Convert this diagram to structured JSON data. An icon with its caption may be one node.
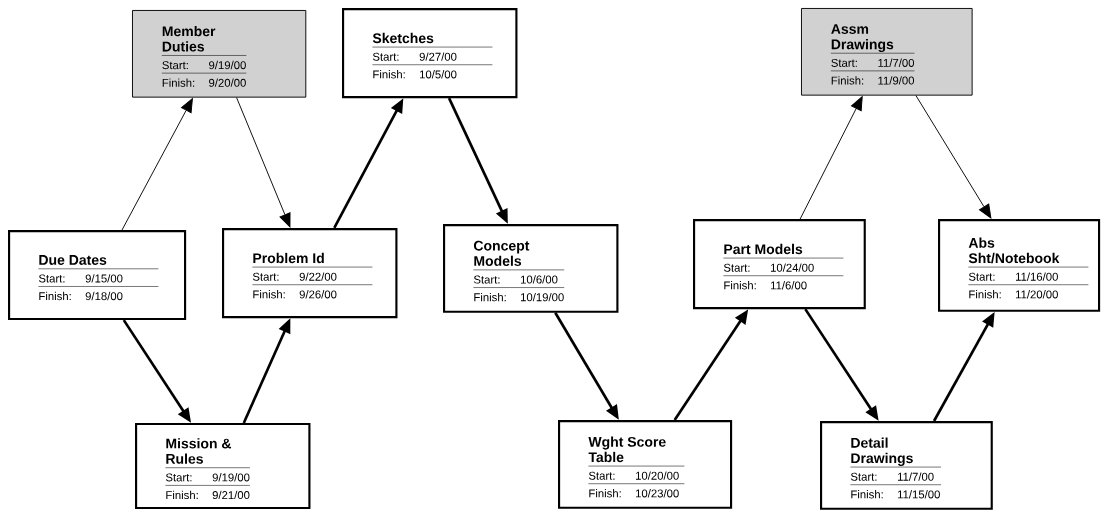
{
  "diagram": {
    "nodes": [
      {
        "text": [
          "Member Duties",
          "Start:",
          "9/19/00",
          "Finish:",
          "9/20/00"
        ]
      },
      {
        "text": [
          "Sketches",
          "Start:",
          "9/27/00",
          "Finish:",
          "10/5/00"
        ]
      },
      {
        "text": [
          "Assm Drawings",
          "Start:",
          "11/7/00",
          "Finish:",
          "11/9/00"
        ]
      },
      {
        "text": [
          "Due Dates",
          "Start:",
          "9/15/00",
          "Finish:",
          "9/18/00"
        ]
      },
      {
        "text": [
          "Problem Id",
          "Start:",
          "9/22/00",
          "Finish:",
          "9/26/00"
        ]
      },
      {
        "text": [
          "Concept Models",
          "Start:",
          "10/6/00",
          "Finish:",
          "10/19/00"
        ]
      },
      {
        "text": [
          "Part Models",
          "Start:",
          "10/24/00",
          "Finish:",
          "11/6/00"
        ]
      },
      {
        "text": [
          "Abs Sht/Notebook",
          "Start:",
          "11/16/00",
          "Finish:",
          "11/20/00"
        ]
      },
      {
        "text": [
          "Mission & Rules",
          "Start:",
          "9/19/00",
          "Finish:",
          "9/21/00"
        ]
      },
      {
        "text": [
          "Wght Score Table",
          "Start:",
          "10/20/00",
          "Finish:",
          "10/23/00"
        ]
      },
      {
        "text": [
          "Detail Drawings",
          "Start:",
          "11/7/00",
          "Finish:",
          "11/15/00"
        ]
      }
    ],
    "edges": [
      {
        "from": 3,
        "to": 0,
        "arrow": "to"
      },
      {
        "from": 0,
        "to": 4,
        "arrow": "to"
      },
      {
        "from": 3,
        "to": 8,
        "arrow": "to"
      },
      {
        "from": 8,
        "to": 4,
        "arrow": "to"
      },
      {
        "from": 4,
        "to": 1,
        "arrow": "to"
      },
      {
        "from": 1,
        "to": 5,
        "arrow": "to"
      },
      {
        "from": 5,
        "to": 9,
        "arrow": "to"
      },
      {
        "from": 9,
        "to": 6,
        "arrow": "to"
      },
      {
        "from": 6,
        "to": 2,
        "arrow": "to"
      },
      {
        "from": 2,
        "to": 7,
        "arrow": "to"
      },
      {
        "from": 6,
        "to": 10,
        "arrow": "to"
      },
      {
        "from": 10,
        "to": 7,
        "arrow": "to"
      }
    ]
  }
}
